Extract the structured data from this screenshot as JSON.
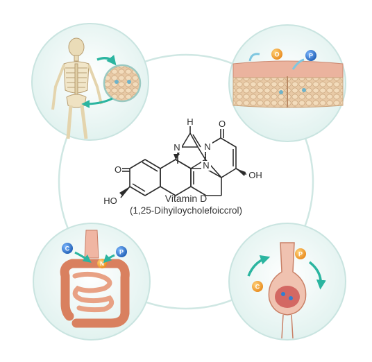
{
  "molecule": {
    "atoms": {
      "o_left": "O",
      "ho_left": "HO",
      "n_bridge": "N",
      "n_ring": "N",
      "n_center": "N",
      "h_top": "H",
      "o_top": "O",
      "oh_right": "OH"
    }
  },
  "caption": {
    "name": "Vitamin D",
    "formula": "(1,25-Dihyiloycholefoiccrol)"
  },
  "badges": {
    "top_right_o": "O",
    "top_right_p": "P",
    "bottom_left_c": "C",
    "bottom_left_n": "N",
    "bottom_left_p": "P",
    "bottom_right_c": "C",
    "bottom_right_p": "P"
  },
  "colors": {
    "ring": "#c9e4e0",
    "panel_fill": "#eef8f6",
    "teal_arrow": "#2bb5a0",
    "bone": "#e8d9b5",
    "orange_badge": "#f2a43a",
    "blue_badge": "#2f7fd1",
    "tissue": "#e9a993",
    "intestine": "#d9805f"
  }
}
